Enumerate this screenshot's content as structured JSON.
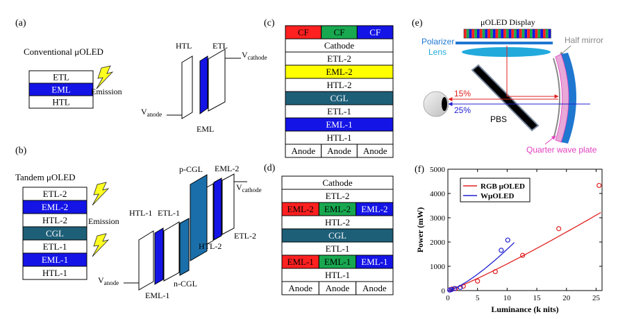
{
  "colors": {
    "blue": "#1414e6",
    "teal": "#1e5f78",
    "yellow": "#ffff00",
    "red": "#ff2020",
    "green": "#18a850",
    "steel": "#1a6faa",
    "rgb_line": "#e02020",
    "w_line": "#2020d0"
  },
  "panel_a": {
    "label": "(a)",
    "title": "Conventional μOLED",
    "stack": [
      {
        "label": "ETL",
        "color": "#ffffff",
        "text": "#000000"
      },
      {
        "label": "EML",
        "color": "#1414e6",
        "text": "#ffffff"
      },
      {
        "label": "HTL",
        "color": "#ffffff",
        "text": "#000000"
      }
    ],
    "emission": "Emission",
    "band_labels": {
      "htl": "HTL",
      "etl": "ETL",
      "eml": "EML",
      "v_cathode": "cathode",
      "v_anode": "anode",
      "v": "V"
    }
  },
  "panel_b": {
    "label": "(b)",
    "title": "Tandem μOLED",
    "stack": [
      {
        "label": "ETL-2",
        "color": "#ffffff",
        "text": "#000000"
      },
      {
        "label": "EML-2",
        "color": "#1414e6",
        "text": "#ffffff"
      },
      {
        "label": "HTL-2",
        "color": "#ffffff",
        "text": "#000000"
      },
      {
        "label": "CGL",
        "color": "#1e5f78",
        "text": "#ffffff"
      },
      {
        "label": "ETL-1",
        "color": "#ffffff",
        "text": "#000000"
      },
      {
        "label": "EML-1",
        "color": "#1414e6",
        "text": "#ffffff"
      },
      {
        "label": "HTL-1",
        "color": "#ffffff",
        "text": "#000000"
      }
    ],
    "emission": "Emission",
    "band_labels": {
      "htl1": "HTL-1",
      "etl1": "ETL-1",
      "eml1": "EML-1",
      "ncgl": "n-CGL",
      "pcgl": "p-CGL",
      "eml2": "EML-2",
      "htl2": "HTL-2",
      "etl2": "ETL-2",
      "v_cathode": "cathode",
      "v_anode": "anode",
      "v": "V"
    }
  },
  "panel_c": {
    "label": "(c)",
    "rows": [
      {
        "cells": [
          {
            "t": "CF",
            "c": "#ff2020",
            "f": "#000000"
          },
          {
            "t": "CF",
            "c": "#18a850",
            "f": "#000000"
          },
          {
            "t": "CF",
            "c": "#1414e6",
            "f": "#ffffff"
          }
        ]
      },
      {
        "cells": [
          {
            "t": "Cathode",
            "c": "#ffffff",
            "f": "#000000"
          }
        ]
      },
      {
        "cells": [
          {
            "t": "ETL-2",
            "c": "#ffffff",
            "f": "#000000"
          }
        ]
      },
      {
        "cells": [
          {
            "t": "EML-2",
            "c": "#ffff00",
            "f": "#000000"
          }
        ]
      },
      {
        "cells": [
          {
            "t": "HTL-2",
            "c": "#ffffff",
            "f": "#000000"
          }
        ]
      },
      {
        "cells": [
          {
            "t": "CGL",
            "c": "#1e5f78",
            "f": "#ffffff"
          }
        ]
      },
      {
        "cells": [
          {
            "t": "ETL-1",
            "c": "#ffffff",
            "f": "#000000"
          }
        ]
      },
      {
        "cells": [
          {
            "t": "EML-1",
            "c": "#1414e6",
            "f": "#ffffff"
          }
        ]
      },
      {
        "cells": [
          {
            "t": "HTL-1",
            "c": "#ffffff",
            "f": "#000000"
          }
        ]
      },
      {
        "cells": [
          {
            "t": "Anode",
            "c": "#ffffff",
            "f": "#000000"
          },
          {
            "t": "Anode",
            "c": "#ffffff",
            "f": "#000000"
          },
          {
            "t": "Anode",
            "c": "#ffffff",
            "f": "#000000"
          }
        ]
      }
    ]
  },
  "panel_d": {
    "label": "(d)",
    "rows": [
      {
        "cells": [
          {
            "t": "Cathode",
            "c": "#ffffff",
            "f": "#000000"
          }
        ]
      },
      {
        "cells": [
          {
            "t": "ETL-2",
            "c": "#ffffff",
            "f": "#000000"
          }
        ]
      },
      {
        "cells": [
          {
            "t": "EML-2",
            "c": "#ff2020",
            "f": "#000000"
          },
          {
            "t": "EML-2",
            "c": "#18a850",
            "f": "#000000"
          },
          {
            "t": "EML-2",
            "c": "#1414e6",
            "f": "#ffffff"
          }
        ]
      },
      {
        "cells": [
          {
            "t": "HTL-2",
            "c": "#ffffff",
            "f": "#000000"
          }
        ]
      },
      {
        "cells": [
          {
            "t": "CGL",
            "c": "#1e5f78",
            "f": "#ffffff"
          }
        ]
      },
      {
        "cells": [
          {
            "t": "ETL-1",
            "c": "#ffffff",
            "f": "#000000"
          }
        ]
      },
      {
        "cells": [
          {
            "t": "EML-1",
            "c": "#ff2020",
            "f": "#000000"
          },
          {
            "t": "EML-1",
            "c": "#18a850",
            "f": "#000000"
          },
          {
            "t": "EML-1",
            "c": "#1414e6",
            "f": "#ffffff"
          }
        ]
      },
      {
        "cells": [
          {
            "t": "HTL-1",
            "c": "#ffffff",
            "f": "#000000"
          }
        ]
      },
      {
        "cells": [
          {
            "t": "Anode",
            "c": "#ffffff",
            "f": "#000000"
          },
          {
            "t": "Anode",
            "c": "#ffffff",
            "f": "#000000"
          },
          {
            "t": "Anode",
            "c": "#ffffff",
            "f": "#000000"
          }
        ]
      }
    ]
  },
  "panel_e": {
    "label": "(e)",
    "display": "μOLED Display",
    "polarizer": "Polarizer",
    "lens": "Lens",
    "half_mirror": "Half mirror",
    "pbs": "PBS",
    "quarter": "Quarter wave plate",
    "pct_red": "15%",
    "pct_blue": "25%",
    "polarizer_color": "#1f77d0",
    "lens_color": "#22aadd",
    "half_mirror_color": "#888888",
    "quarter_color": "#e040c0"
  },
  "panel_f": {
    "label": "(f)"
  },
  "chart_data": {
    "type": "line",
    "xlabel": "Luminance (k nits)",
    "ylabel": "Power (mW)",
    "xlim": [
      0,
      26
    ],
    "ylim": [
      0,
      5000
    ],
    "xticks": [
      0,
      5,
      10,
      15,
      20,
      25
    ],
    "yticks": [
      0,
      1000,
      2000,
      3000,
      4000,
      5000
    ],
    "legend_position": "top-left",
    "series": [
      {
        "name": "RGB μOLED",
        "color": "#e02020",
        "x": [
          0.3,
          0.7,
          1.3,
          2.6,
          5.0,
          8.0,
          12.6,
          18.7,
          25.5
        ],
        "y": [
          30,
          60,
          80,
          180,
          390,
          780,
          1450,
          2550,
          4330
        ]
      },
      {
        "name": "WμOLED",
        "color": "#2020d0",
        "x": [
          0.3,
          0.6,
          1.1,
          2.1,
          9.0,
          10.1
        ],
        "y": [
          20,
          40,
          80,
          130,
          1660,
          2080
        ]
      }
    ]
  }
}
